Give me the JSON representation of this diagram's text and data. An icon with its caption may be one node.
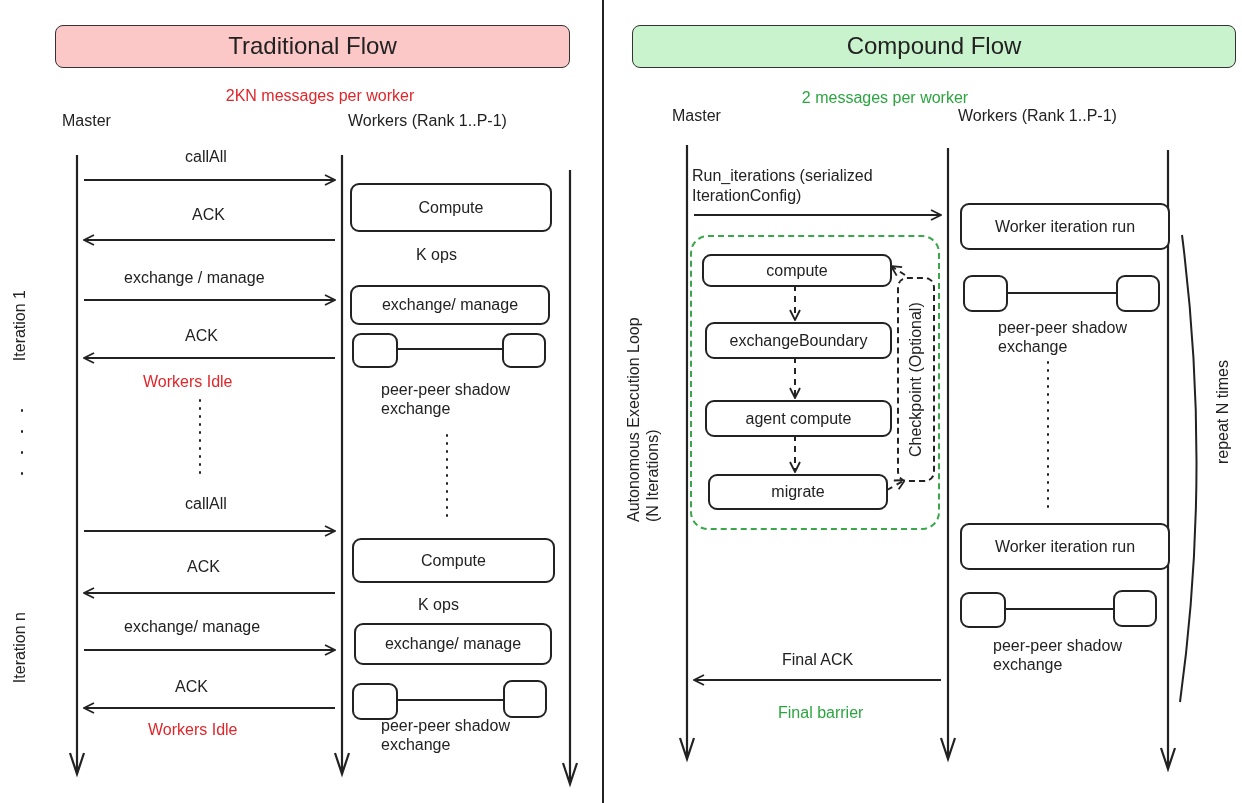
{
  "diagram": {
    "nodes": [
      {
        "text": [
          "Traditional Flow"
        ]
      },
      {
        "text": [],
        "shape": "line",
        "beside": [
          "Master"
        ]
      },
      {
        "text": [],
        "shape": "line",
        "beside": [
          "Workers (Rank 1..P-1)"
        ]
      },
      {
        "text": [],
        "shape": "line"
      },
      {
        "text": [
          "Compute"
        ]
      },
      {
        "text": [
          "exchange/ manage"
        ]
      },
      {
        "text": [],
        "shape": "box"
      },
      {
        "text": [],
        "shape": "box"
      },
      {
        "text": [
          "Compute"
        ]
      },
      {
        "text": [
          "exchange/ manage"
        ]
      },
      {
        "text": [],
        "shape": "box"
      },
      {
        "text": [],
        "shape": "box"
      },
      {
        "text": [
          "Compound Flow"
        ]
      },
      {
        "text": [],
        "shape": "line",
        "beside": [
          "Master"
        ]
      },
      {
        "text": [],
        "shape": "line",
        "beside": [
          "Workers (Rank 1..P-1)"
        ]
      },
      {
        "text": [],
        "shape": "line"
      },
      {
        "text": [
          "Worker iteration run"
        ]
      },
      {
        "text": [],
        "shape": "box"
      },
      {
        "text": [],
        "shape": "box"
      },
      {
        "text": [],
        "shape": "box"
      },
      {
        "text": [
          "compute"
        ],
        "in": 19
      },
      {
        "text": [
          "exchangeBoundary"
        ],
        "in": 19
      },
      {
        "text": [
          "agent compute"
        ],
        "in": 19
      },
      {
        "text": [
          "migrate"
        ],
        "in": 19
      },
      {
        "text": [
          "Checkpoint (Optional)"
        ],
        "in": 19
      },
      {
        "text": [
          "Worker iteration run"
        ]
      },
      {
        "text": [],
        "shape": "box"
      },
      {
        "text": [],
        "shape": "box"
      }
    ],
    "edges": [
      {
        "from": 1,
        "to": 2,
        "arrow": "to",
        "label": "callAll"
      },
      {
        "from": 2,
        "to": 1,
        "arrow": "to",
        "label": "ACK"
      },
      {
        "from": 1,
        "to": 2,
        "arrow": "to",
        "label": "exchange / manage"
      },
      {
        "from": 2,
        "to": 1,
        "arrow": "to",
        "label": "ACK"
      },
      {
        "from": 6,
        "to": 7,
        "arrow": "none"
      },
      {
        "from": 1,
        "to": 2,
        "arrow": "to",
        "label": "callAll"
      },
      {
        "from": 2,
        "to": 1,
        "arrow": "to",
        "label": "ACK"
      },
      {
        "from": 1,
        "to": 2,
        "arrow": "to",
        "label": "exchange/ manage"
      },
      {
        "from": 2,
        "to": 1,
        "arrow": "to",
        "label": "ACK"
      },
      {
        "from": 10,
        "to": 11,
        "arrow": "none"
      },
      {
        "from": 13,
        "to": 14,
        "arrow": "to",
        "label": "Run_iterations (serialized IterationConfig)"
      },
      {
        "from": 20,
        "to": 21,
        "arrow": "to",
        "style": "dashed"
      },
      {
        "from": 21,
        "to": 22,
        "arrow": "to",
        "style": "dashed"
      },
      {
        "from": 22,
        "to": 23,
        "arrow": "to",
        "style": "dashed"
      },
      {
        "from": 23,
        "to": 24,
        "arrow": "to",
        "style": "dashed"
      },
      {
        "from": 24,
        "to": 20,
        "arrow": "to",
        "style": "dashed"
      },
      {
        "from": 17,
        "to": 18,
        "arrow": "none"
      },
      {
        "from": 26,
        "to": 27,
        "arrow": "none"
      },
      {
        "from": 14,
        "to": 13,
        "arrow": "to",
        "label": "Final ACK"
      }
    ],
    "labels": [
      "2KN messages per worker",
      "Iteration 1",
      "Workers Idle",
      "K ops",
      "peer-peer shadow exchange",
      "Iteration n",
      "K ops",
      "Workers Idle",
      "peer-peer shadow exchange",
      "2 messages per worker",
      "Autonomous Execution Loop (N Iterations)",
      "peer-peer shadow exchange",
      "repeat N times",
      "peer-peer shadow exchange",
      "Final barrier"
    ]
  }
}
